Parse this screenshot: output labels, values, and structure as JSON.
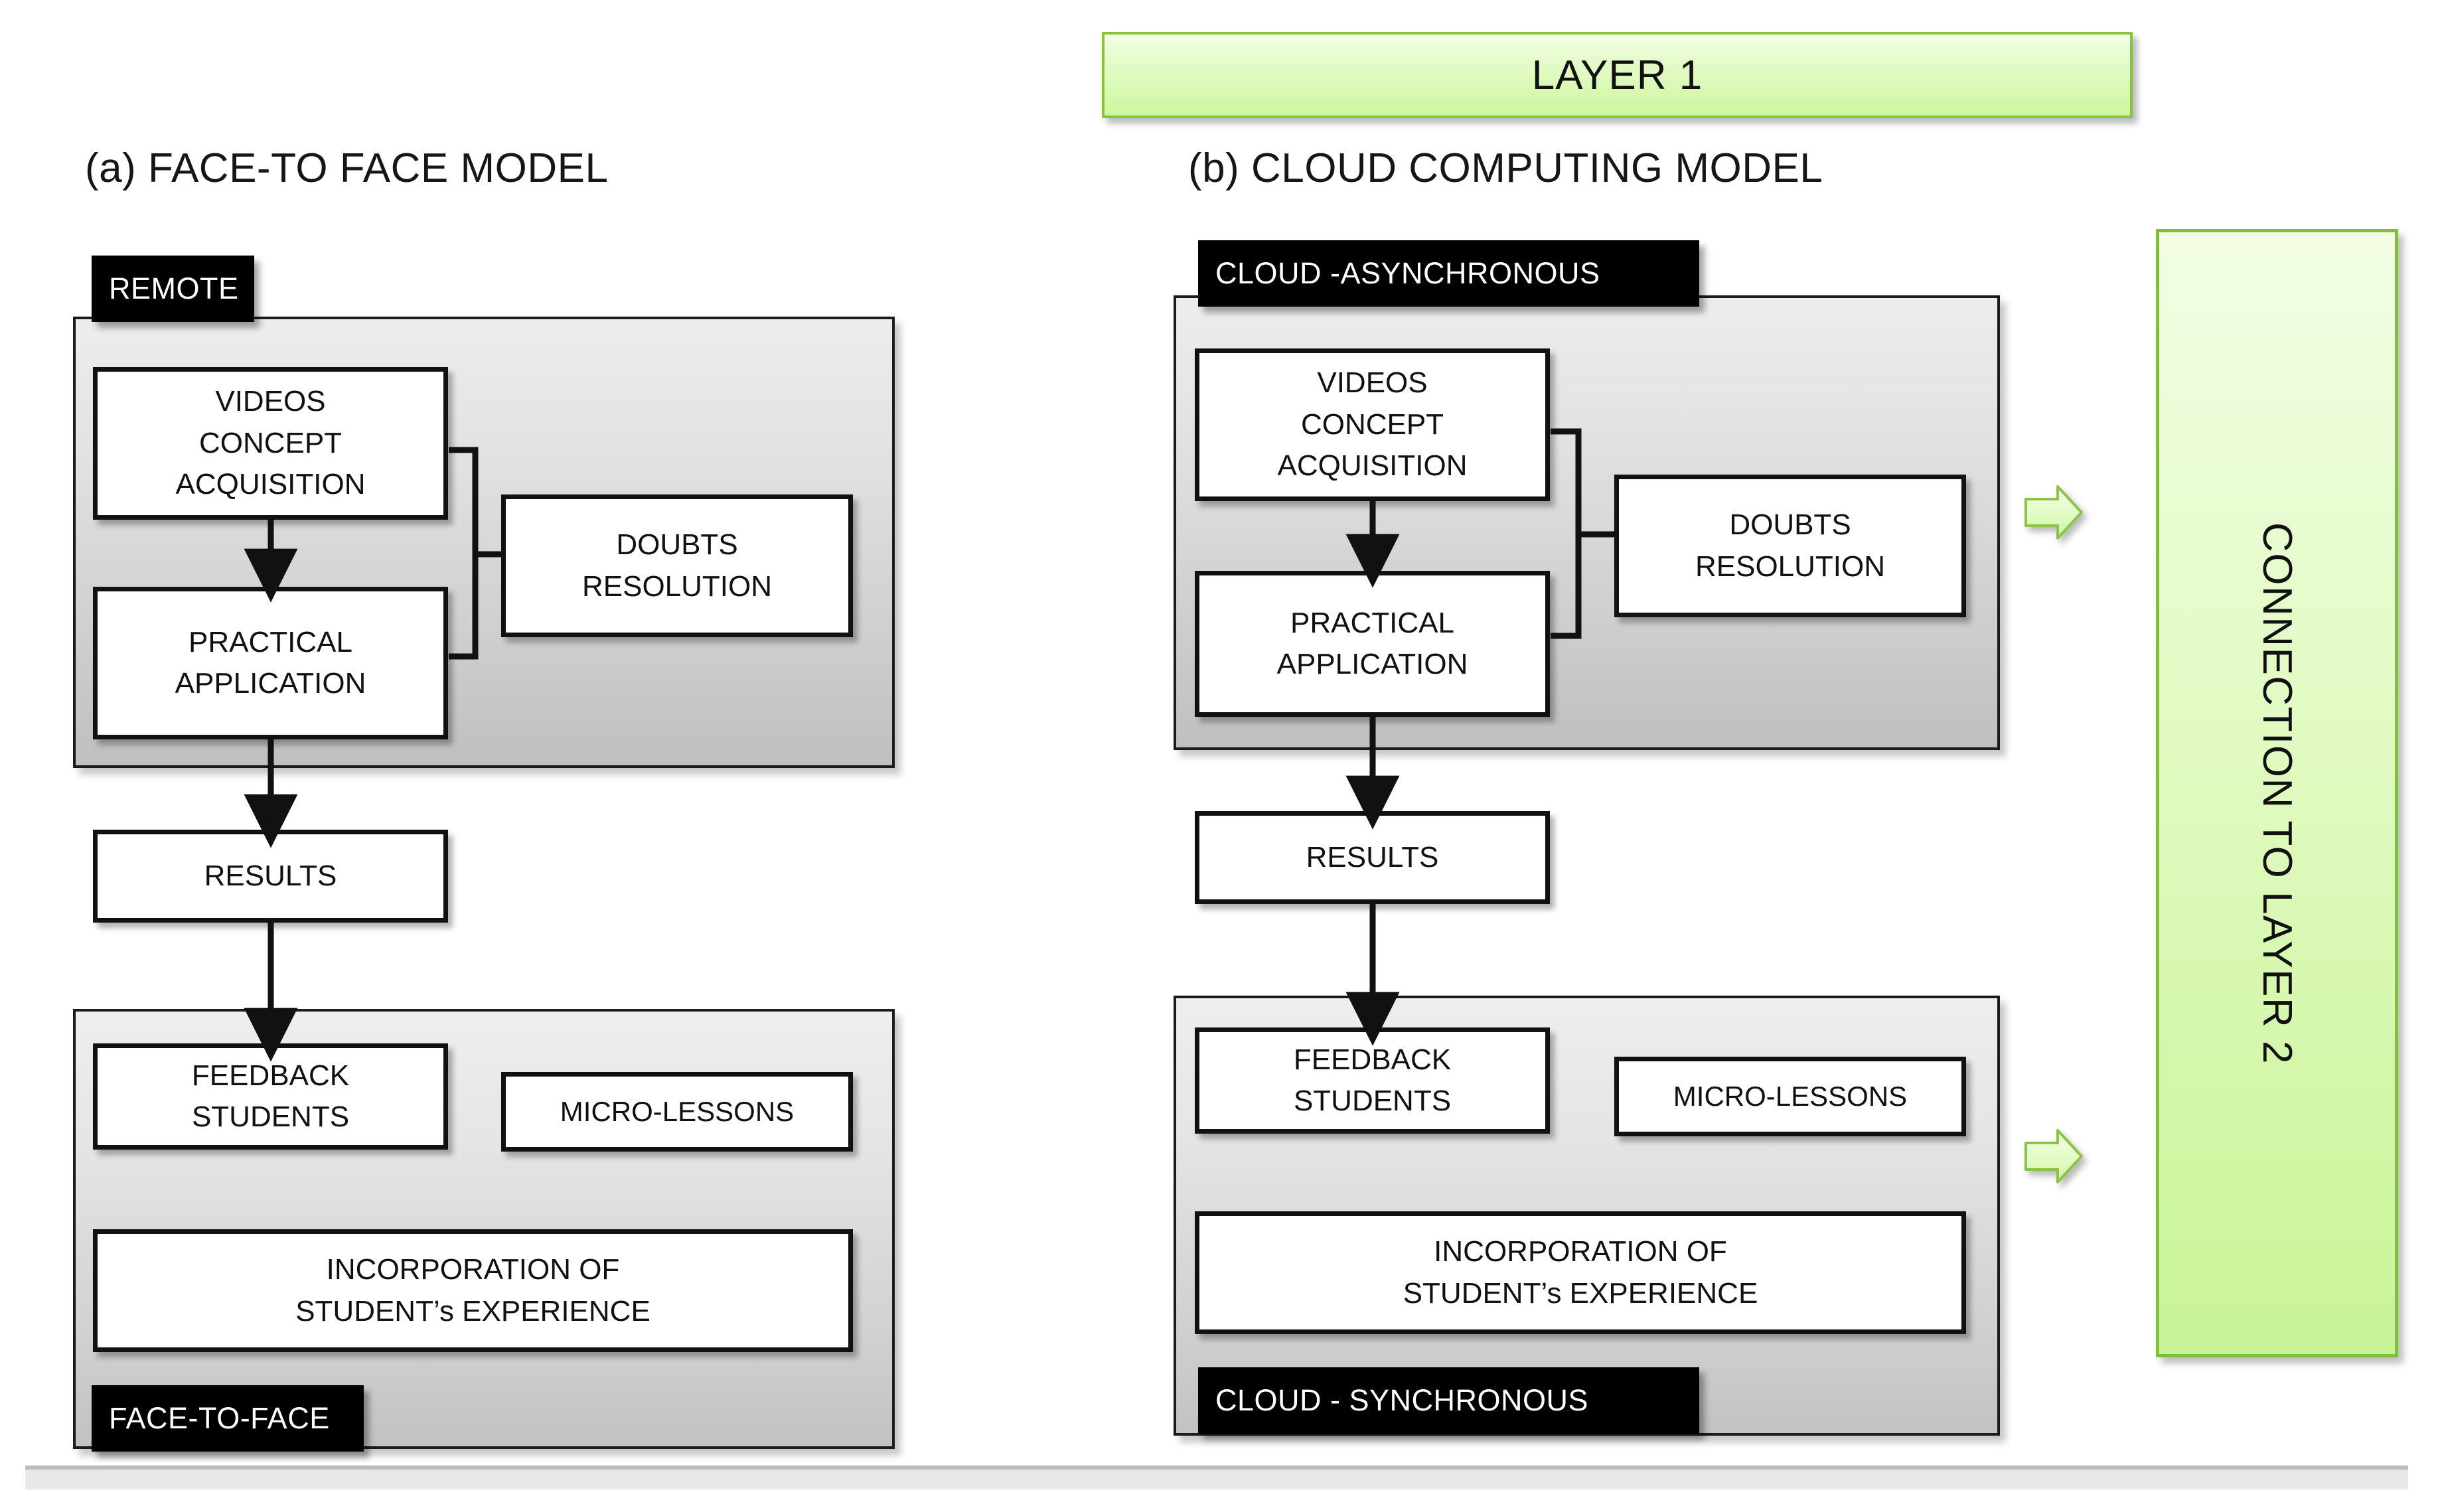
{
  "figure": {
    "banner": {
      "label": "LAYER 1"
    },
    "connection_box": {
      "label": "CONNECTION TO LAYER 2"
    }
  },
  "models": {
    "face_to_face": {
      "title": "(a) FACE-TO FACE MODEL",
      "top_group_tag": "REMOTE",
      "bottom_group_tag": "FACE-TO-FACE",
      "boxes": {
        "videos": {
          "line1": "VIDEOS",
          "line2": "CONCEPT",
          "line3": "ACQUISITION"
        },
        "practical": {
          "line1": "PRACTICAL",
          "line2": "APPLICATION"
        },
        "doubts": {
          "line1": "DOUBTS",
          "line2": "RESOLUTION"
        },
        "results": {
          "line1": "RESULTS"
        },
        "feedback": {
          "line1": "FEEDBACK",
          "line2": "STUDENTS"
        },
        "micro": {
          "line1": "MICRO-LESSONS"
        },
        "incorporation": {
          "line1": "INCORPORATION OF",
          "line2": "STUDENT’s EXPERIENCE"
        }
      }
    },
    "cloud_computing": {
      "title": "(b) CLOUD COMPUTING MODEL",
      "top_group_tag": "CLOUD -ASYNCHRONOUS",
      "bottom_group_tag": "CLOUD - SYNCHRONOUS",
      "boxes": {
        "videos": {
          "line1": "VIDEOS",
          "line2": "CONCEPT",
          "line3": "ACQUISITION"
        },
        "practical": {
          "line1": "PRACTICAL",
          "line2": "APPLICATION"
        },
        "doubts": {
          "line1": "DOUBTS",
          "line2": "RESOLUTION"
        },
        "results": {
          "line1": "RESULTS"
        },
        "feedback": {
          "line1": "FEEDBACK",
          "line2": "STUDENTS"
        },
        "micro": {
          "line1": "MICRO-LESSONS"
        },
        "incorporation": {
          "line1": "INCORPORATION OF",
          "line2": "STUDENT’s EXPERIENCE"
        }
      }
    }
  },
  "colors": {
    "green_fill_light": "#f2fde4",
    "green_fill_dark": "#c9f497",
    "green_border": "#7fbf3c",
    "banner_border": "#86c440",
    "tag_background": "#000000",
    "tag_text": "#ffffff",
    "panel_border": "#1b1b1b",
    "node_border": "#111111",
    "page_background": "#ffffff"
  }
}
